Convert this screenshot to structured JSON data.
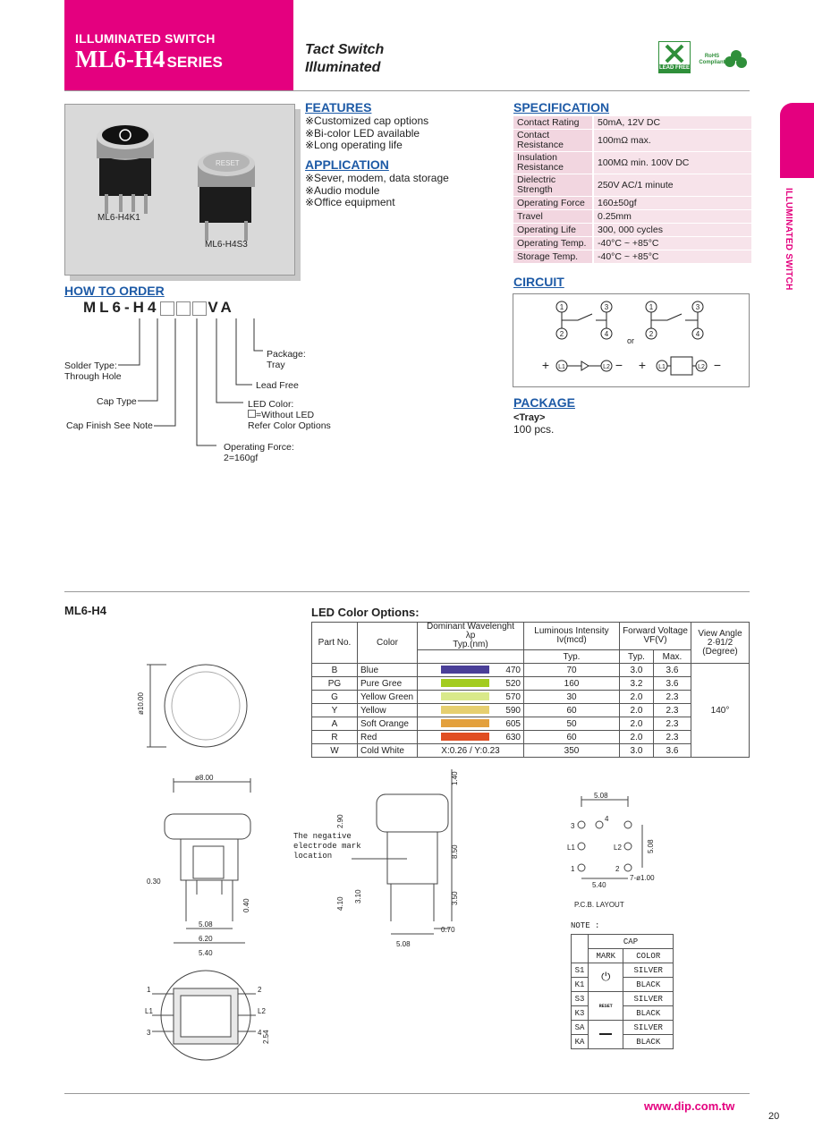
{
  "header": {
    "line1": "ILLUMINATED SWITCH",
    "model": "ML6-H4",
    "series": "SERIES",
    "subtitle1": "Tact Switch",
    "subtitle2": "Illuminated",
    "lead_free": "LEAD FREE",
    "rohs": "RoHS Compliant"
  },
  "side_tab": "ILLUMINATED SWITCH",
  "photo": {
    "label1": "ML6-H4K1",
    "label2": "ML6-H4S3",
    "cap_text": "RESET"
  },
  "features": {
    "title": "FEATURES",
    "items": [
      "※Customized cap options",
      "※Bi-color LED available",
      "※Long operating life"
    ]
  },
  "application": {
    "title": "APPLICATION",
    "items": [
      "※Sever, modem, data storage",
      "※Audio module",
      "※Office equipment"
    ]
  },
  "specification": {
    "title": "SPECIFICATION",
    "rows": [
      {
        "k": "Contact Rating",
        "v": "50mA, 12V DC"
      },
      {
        "k": "Contact Resistance",
        "v": "100mΩ max."
      },
      {
        "k": "Insulation Resistance",
        "v": "100MΩ min. 100V DC"
      },
      {
        "k": "Dielectric Strength",
        "v": "250V AC/1 minute"
      },
      {
        "k": "Operating Force",
        "v": "160±50gf"
      },
      {
        "k": "Travel",
        "v": "0.25mm"
      },
      {
        "k": "Operating Life",
        "v": "300, 000 cycles"
      },
      {
        "k": "Operating Temp.",
        "v": "-40°C ~ +85°C"
      },
      {
        "k": "Storage Temp.",
        "v": "-40°C ~ +85°C"
      }
    ]
  },
  "circuit": {
    "title": "CIRCUIT",
    "or": "or"
  },
  "package": {
    "title": "PACKAGE",
    "sub": "<Tray>",
    "qty": "100 pcs."
  },
  "order": {
    "title": "HOW TO ORDER",
    "part_prefix": "ML6-H4",
    "part_suffix": "VA",
    "labels": {
      "package": "Package:\nTray",
      "solder": "Solder Type:\nThrough Hole",
      "lead_free": "Lead Free",
      "cap_type": "Cap Type",
      "led_color": "LED Color:",
      "without_led": "=Without LED",
      "refer": "Refer Color Options",
      "cap_finish": "Cap Finish See Note",
      "force": "Operating Force:\n2=160gf"
    }
  },
  "section_label": "ML6-H4",
  "led": {
    "title": "LED Color Options:",
    "headers": {
      "part": "Part No.",
      "color": "Color",
      "wl": "Dominant Wavelenght",
      "wl_sym": "λp",
      "wl_typ": "Typ.(nm)",
      "lum": "Luminous Intensity",
      "lum_sym": "Iv(mcd)",
      "vf": "Forward Voltage",
      "vf_sym": "VF(V)",
      "angle": "View Angle",
      "angle_sym": "2·θ1/2",
      "angle_unit": "(Degree)",
      "typ": "Typ.",
      "max": "Max."
    },
    "rows": [
      {
        "part": "B",
        "color": "Blue",
        "swatch": "#4a3f98",
        "wl": "470",
        "lum": "70",
        "typ": "3.0",
        "max": "3.6"
      },
      {
        "part": "PG",
        "color": "Pure Gree",
        "swatch": "#a3cc1f",
        "wl": "520",
        "lum": "160",
        "typ": "3.2",
        "max": "3.6"
      },
      {
        "part": "G",
        "color": "Yellow Green",
        "swatch": "#d9e98a",
        "wl": "570",
        "lum": "30",
        "typ": "2.0",
        "max": "2.3"
      },
      {
        "part": "Y",
        "color": "Yellow",
        "swatch": "#e6cf6f",
        "wl": "590",
        "lum": "60",
        "typ": "2.0",
        "max": "2.3"
      },
      {
        "part": "A",
        "color": "Soft Orange",
        "swatch": "#e3a03d",
        "wl": "605",
        "lum": "50",
        "typ": "2.0",
        "max": "2.3"
      },
      {
        "part": "R",
        "color": "Red",
        "swatch": "#e04e22",
        "wl": "630",
        "lum": "60",
        "typ": "2.0",
        "max": "2.3"
      },
      {
        "part": "W",
        "color": "Cold White",
        "swatch": "",
        "wl": "X:0.26 / Y:0.23",
        "lum": "350",
        "typ": "3.0",
        "max": "3.6"
      }
    ],
    "angle": "140°"
  },
  "dims": {
    "d10": "ø10.00",
    "d8": "ø8.00",
    "d030": "0.30",
    "d040": "0.40",
    "d508a": "5.08",
    "d620": "6.20",
    "d540": "5.40",
    "d140": "1.40",
    "d290": "2.90",
    "d850": "8.50",
    "d410": "4.10",
    "d310": "3.10",
    "d350": "3.50",
    "d070": "0.70",
    "d508b": "5.08",
    "d254": "2.54",
    "mark_note": "The negative electrode mark location",
    "pcb": "P.C.B. LAYOUT",
    "pcb_w": "5.08",
    "pcb_h": "5.08",
    "pcb_w2": "5.40",
    "holes": "7-ø1.00",
    "p1": "1",
    "p2": "2",
    "p3": "3",
    "p4": "4",
    "pl1": "L1",
    "pl2": "L2"
  },
  "note": {
    "title": "NOTE :",
    "cap": "CAP",
    "mark": "MARK",
    "color": "COLOR",
    "rows": [
      {
        "code": "S1",
        "color": "SILVER"
      },
      {
        "code": "K1",
        "color": "BLACK"
      },
      {
        "code": "S3",
        "color": "SILVER"
      },
      {
        "code": "K3",
        "color": "BLACK"
      },
      {
        "code": "SA",
        "color": "SILVER"
      },
      {
        "code": "KA",
        "color": "BLACK"
      }
    ],
    "reset": "RESET"
  },
  "footer": {
    "url": "www.dip.com.tw",
    "page": "20"
  }
}
